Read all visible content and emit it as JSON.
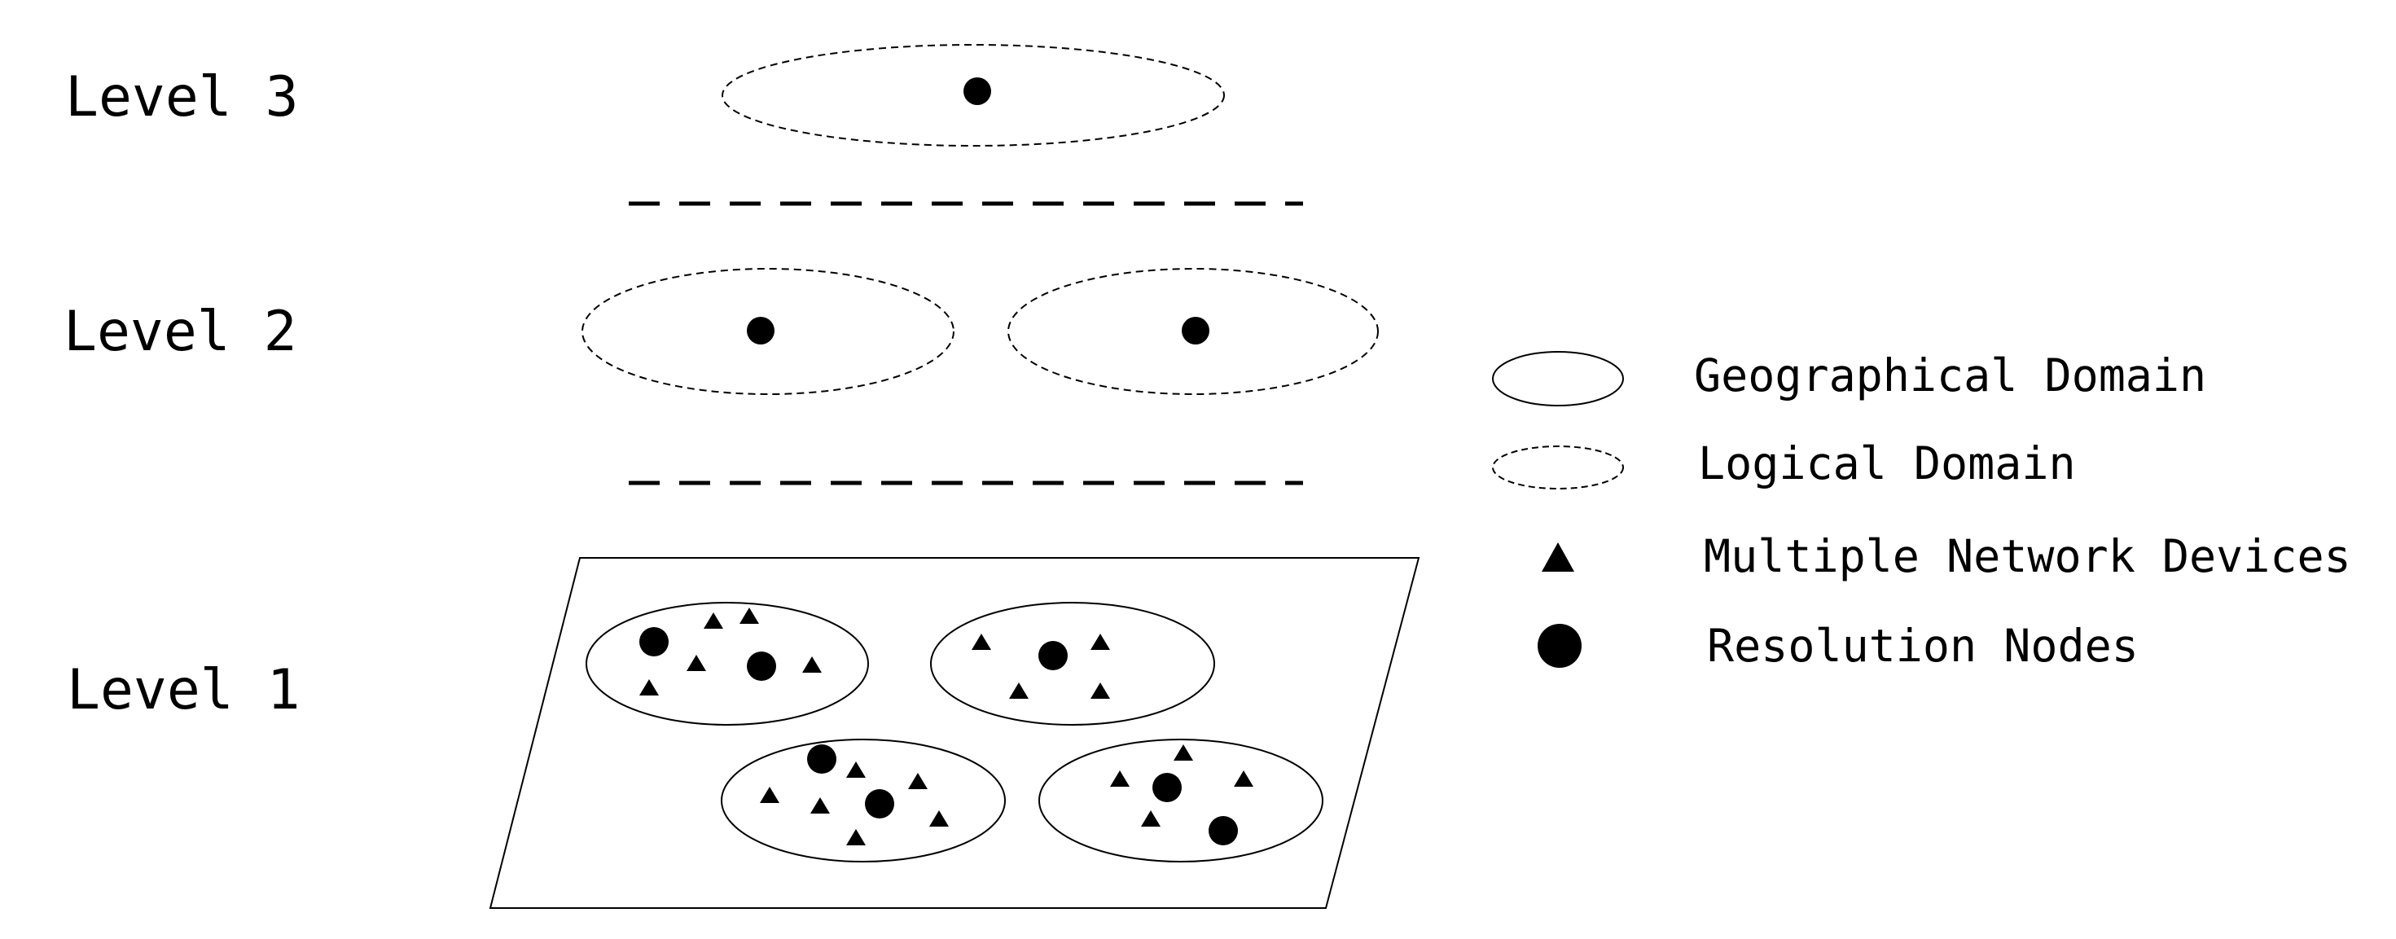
{
  "levels": {
    "level3": "Level 3",
    "level2": "Level 2",
    "level1": "Level 1"
  },
  "legend": {
    "geographical_domain": "Geographical Domain",
    "logical_domain": "Logical Domain",
    "network_devices": "Multiple Network Devices",
    "resolution_nodes": "Resolution Nodes"
  },
  "icons": {
    "network_device": "filled-triangle",
    "resolution_node": "filled-circle"
  },
  "colors": {
    "ink": "#000000",
    "background": "#ffffff"
  }
}
